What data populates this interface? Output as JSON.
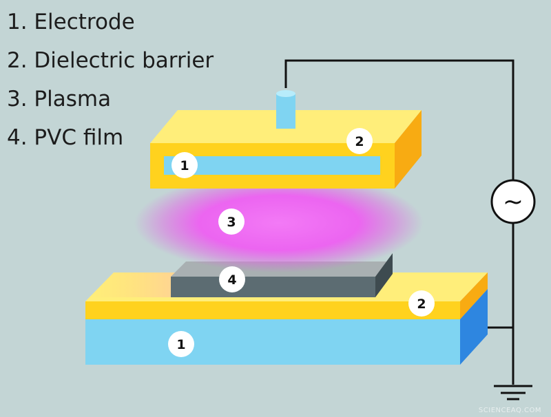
{
  "legend": [
    "1. Electrode",
    "2. Dielectric barrier",
    "3. Plasma",
    "4. PVC film"
  ],
  "labels": {
    "top_electrode": "1",
    "top_barrier": "2",
    "plasma": "3",
    "film": "4",
    "bottom_barrier": "2",
    "bottom_electrode": "1"
  },
  "ac_source_symbol": "~",
  "watermark": "SCIENCEAQ.COM",
  "colors": {
    "background": "#c3d5d5",
    "electrode": "#7fd4f2",
    "dielectric_barrier": "#ffd21e",
    "plasma": "#f070f4",
    "pvc_film": "#5c6c72",
    "wire": "#111111"
  }
}
